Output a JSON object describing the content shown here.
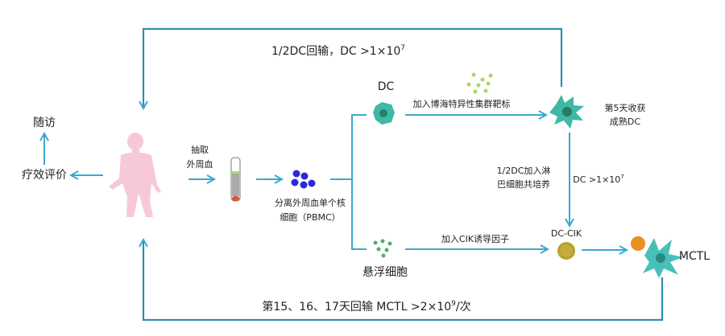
{
  "top_return": {
    "text": "1/2DC回输，DC >1×10",
    "exp": "7"
  },
  "bottom_return": {
    "text": "第15、16、17天回输   MCTL >2×10",
    "exp": "9",
    "suffix": "/次"
  },
  "follow_up": "随访",
  "efficacy_eval": "疗效评价",
  "draw_blood": {
    "line1": "抽取",
    "line2": "外周血"
  },
  "pbmc": {
    "line1": "分离外周血单个核",
    "line2": "细胞（PBMC）"
  },
  "dc": {
    "label": "DC",
    "step": "加入博海特异性集群靶标"
  },
  "mature_dc": {
    "line1": "第5天收获",
    "line2": "成熟DC"
  },
  "coculture": {
    "line1": "1/2DC加入淋",
    "line2": "巴细胞共培养",
    "count": "DC >1×10",
    "exp": "7"
  },
  "suspension": {
    "label": "悬浮细胞",
    "step": "加入CIK诱导因子"
  },
  "dc_cik": "DC-CIK",
  "mctl": "MCTL",
  "colors": {
    "arrow": "#3aa9cf",
    "body": "#f7c8d8",
    "dc_cell": "#3fb8a8",
    "pbmc": "#2a2ad8",
    "cik": "#b8a030"
  }
}
